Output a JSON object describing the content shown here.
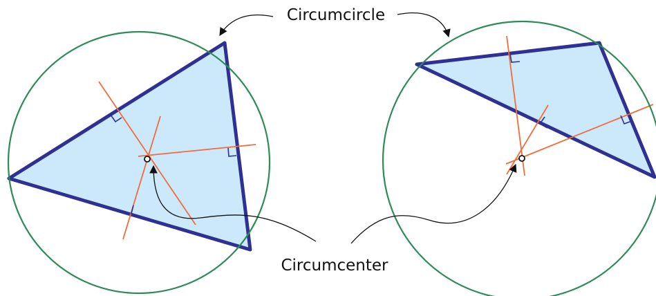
{
  "labels": {
    "circumcircle": "Circumcircle",
    "circumcenter": "Circumcenter"
  },
  "colors": {
    "circle": "#2e8b57",
    "triangle_stroke": "#2e3192",
    "triangle_fill": "#cce8fb",
    "bisector": "#f26b3a",
    "arrow": "#111111",
    "center_fill": "#ffffff",
    "center_stroke": "#111111"
  },
  "figures": [
    {
      "name": "acute-triangle",
      "obtuse": false
    },
    {
      "name": "obtuse-triangle",
      "obtuse": true
    }
  ]
}
